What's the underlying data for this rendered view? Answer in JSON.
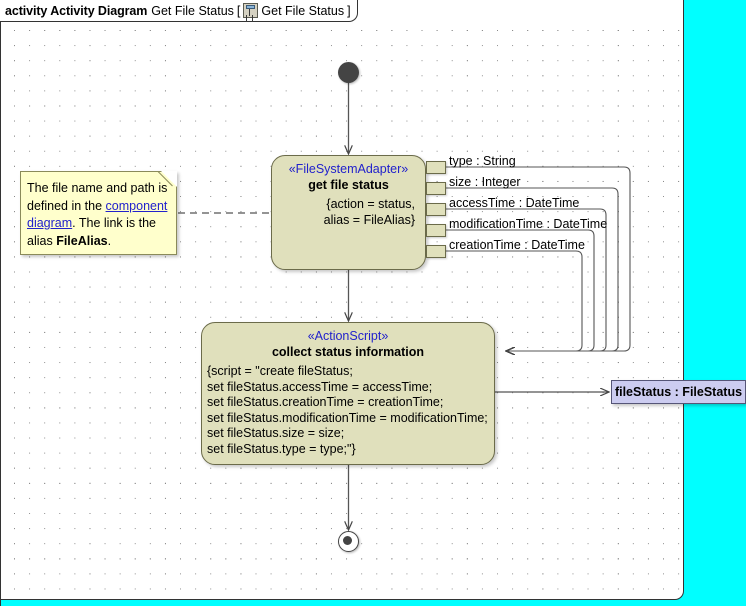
{
  "window": {
    "background_color": "#00ffff",
    "frame_color": "#ffffff"
  },
  "title_bar": {
    "keyword": "activity Activity Diagram",
    "diagram_name": "Get File Status",
    "bracket_open": "[",
    "icon": "activity-diagram-icon",
    "reference_name": "Get File Status",
    "bracket_close": "]"
  },
  "note": {
    "text_part1": "The file name and path is defined in the ",
    "link_text": "component diagram",
    "text_part2": ". The link is the alias ",
    "bold_text": "FileAlias",
    "text_part3": ".",
    "fill_color": "#ffffcc",
    "link_color": "#2222cc"
  },
  "nodes": {
    "initial": {
      "name": "initial-node",
      "color": "#444444"
    },
    "get_file_status": {
      "stereotype": "«FileSystemAdapter»",
      "name": "get file status",
      "properties": "{action = status,\nalias = FileAlias}",
      "fill_color": "#e0e0bc",
      "stereotype_color": "#2222cc"
    },
    "collect_status": {
      "stereotype": "«ActionScript»",
      "name": "collect status information",
      "script": "{script = \"create fileStatus;\nset fileStatus.accessTime = accessTime;\nset fileStatus.creationTime = creationTime;\nset fileStatus.modificationTime = modificationTime;\nset fileStatus.size = size;\nset fileStatus.type = type;\"}",
      "fill_color": "#e0e0bc",
      "stereotype_color": "#2222cc"
    },
    "final": {
      "name": "activity-final-node",
      "color": "#444444"
    },
    "object": {
      "label": "fileStatus : FileStatus",
      "fill_color": "#ccccf0"
    }
  },
  "pins": [
    {
      "label": "type : String"
    },
    {
      "label": "size : Integer"
    },
    {
      "label": "accessTime : DateTime"
    },
    {
      "label": "modificationTime : DateTime"
    },
    {
      "label": "creationTime : DateTime"
    }
  ]
}
